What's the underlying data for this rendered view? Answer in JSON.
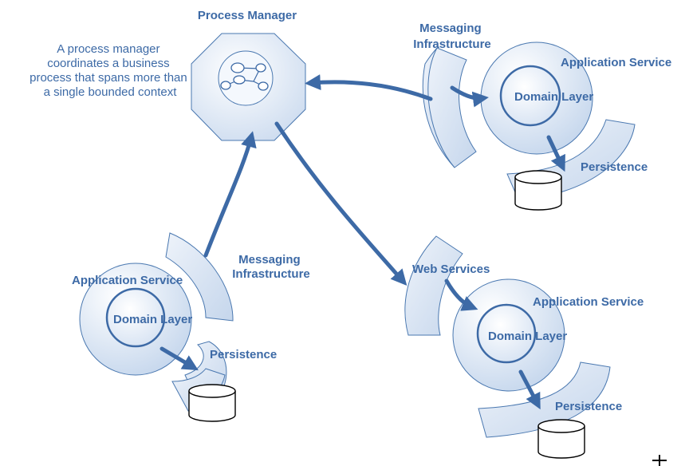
{
  "process_manager": {
    "title": "Process Manager",
    "description": [
      "A process manager",
      "coordinates a business",
      "process that spans more than",
      "a single bounded context"
    ]
  },
  "top_right": {
    "channel_label": [
      "Messaging",
      "Infrastructure"
    ],
    "service_label": "Application Service",
    "domain_label": "Domain Layer",
    "persistence_label": "Persistence"
  },
  "bottom_left": {
    "channel_label": [
      "Messaging",
      "Infrastructure"
    ],
    "service_label": "Application Service",
    "domain_label": "Domain Layer",
    "persistence_label": "Persistence"
  },
  "bottom_right": {
    "channel_label": "Web Services",
    "service_label": "Application Service",
    "domain_label": "Domain Layer",
    "persistence_label": "Persistence"
  },
  "colors": {
    "accent": "#3d6aa6",
    "shape_fill_light": "#ffffff",
    "shape_fill_dark": "#c9d9ee"
  }
}
